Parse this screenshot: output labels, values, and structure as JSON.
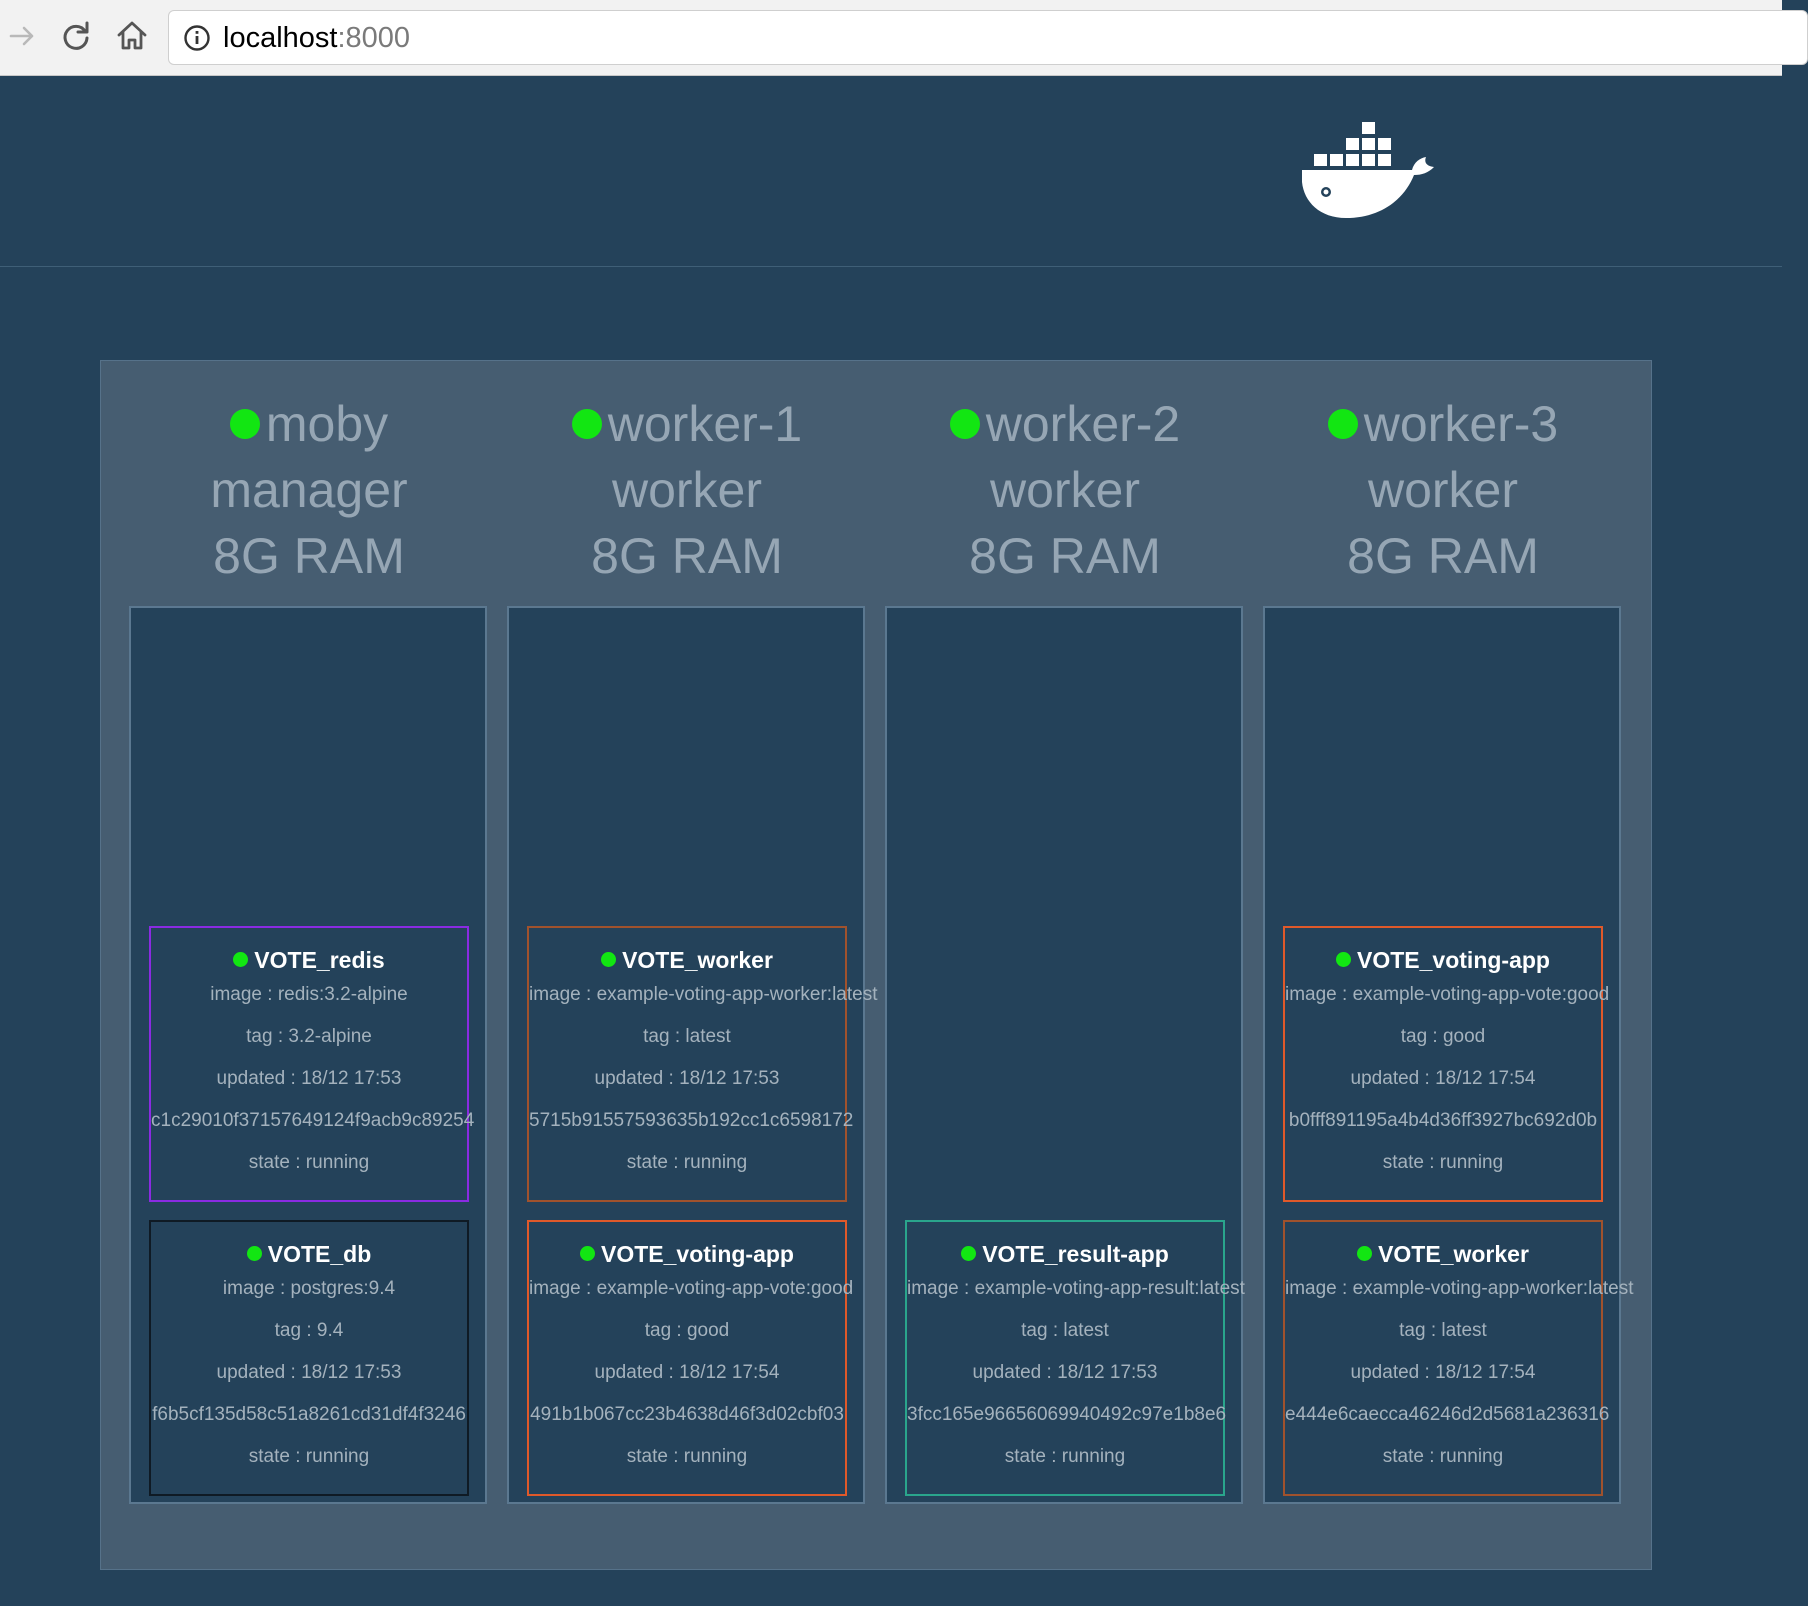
{
  "browser": {
    "url_host": "localhost",
    "url_port": ":8000"
  },
  "app": {
    "logo": "docker-whale-logo"
  },
  "nodes": [
    {
      "name": "moby",
      "role": "manager",
      "ram": "8G RAM",
      "status_color": "#12e612",
      "tasks": [
        {
          "name": "VOTE_redis",
          "image": "image : redis:3.2-alpine",
          "tag": "tag : 3.2-alpine",
          "updated": "updated : 18/12 17:53",
          "id": "c1c29010f37157649124f9acb9c89254",
          "state": "state : running",
          "border": "#8a2be2"
        },
        {
          "name": "VOTE_db",
          "image": "image : postgres:9.4",
          "tag": "tag : 9.4",
          "updated": "updated : 18/12 17:53",
          "id": "f6b5cf135d58c51a8261cd31df4f3246",
          "state": "state : running",
          "border": "#0f1a24"
        }
      ]
    },
    {
      "name": "worker-1",
      "role": "worker",
      "ram": "8G RAM",
      "status_color": "#12e612",
      "tasks": [
        {
          "name": "VOTE_worker",
          "image": "image : example-voting-app-worker:latest",
          "tag": "tag : latest",
          "updated": "updated : 18/12 17:53",
          "id": "5715b91557593635b192cc1c6598172",
          "state": "state : running",
          "border": "#a0522d"
        },
        {
          "name": "VOTE_voting-app",
          "image": "image : example-voting-app-vote:good",
          "tag": "tag : good",
          "updated": "updated : 18/12 17:54",
          "id": "491b1b067cc23b4638d46f3d02cbf03",
          "state": "state : running",
          "border": "#e0592a"
        }
      ]
    },
    {
      "name": "worker-2",
      "role": "worker",
      "ram": "8G RAM",
      "status_color": "#12e612",
      "tasks": [
        {
          "name": "VOTE_result-app",
          "image": "image : example-voting-app-result:latest",
          "tag": "tag : latest",
          "updated": "updated : 18/12 17:53",
          "id": "3fcc165e96656069940492c97e1b8e6",
          "state": "state : running",
          "border": "#2aa58c"
        }
      ]
    },
    {
      "name": "worker-3",
      "role": "worker",
      "ram": "8G RAM",
      "status_color": "#12e612",
      "tasks": [
        {
          "name": "VOTE_voting-app",
          "image": "image : example-voting-app-vote:good",
          "tag": "tag : good",
          "updated": "updated : 18/12 17:54",
          "id": "b0fff891195a4b4d36ff3927bc692d0b",
          "state": "state : running",
          "border": "#e0592a"
        },
        {
          "name": "VOTE_worker",
          "image": "image : example-voting-app-worker:latest",
          "tag": "tag : latest",
          "updated": "updated : 18/12 17:54",
          "id": "e444e6caecca46246d2d5681a236316",
          "state": "state : running",
          "border": "#a0522d"
        }
      ]
    }
  ]
}
